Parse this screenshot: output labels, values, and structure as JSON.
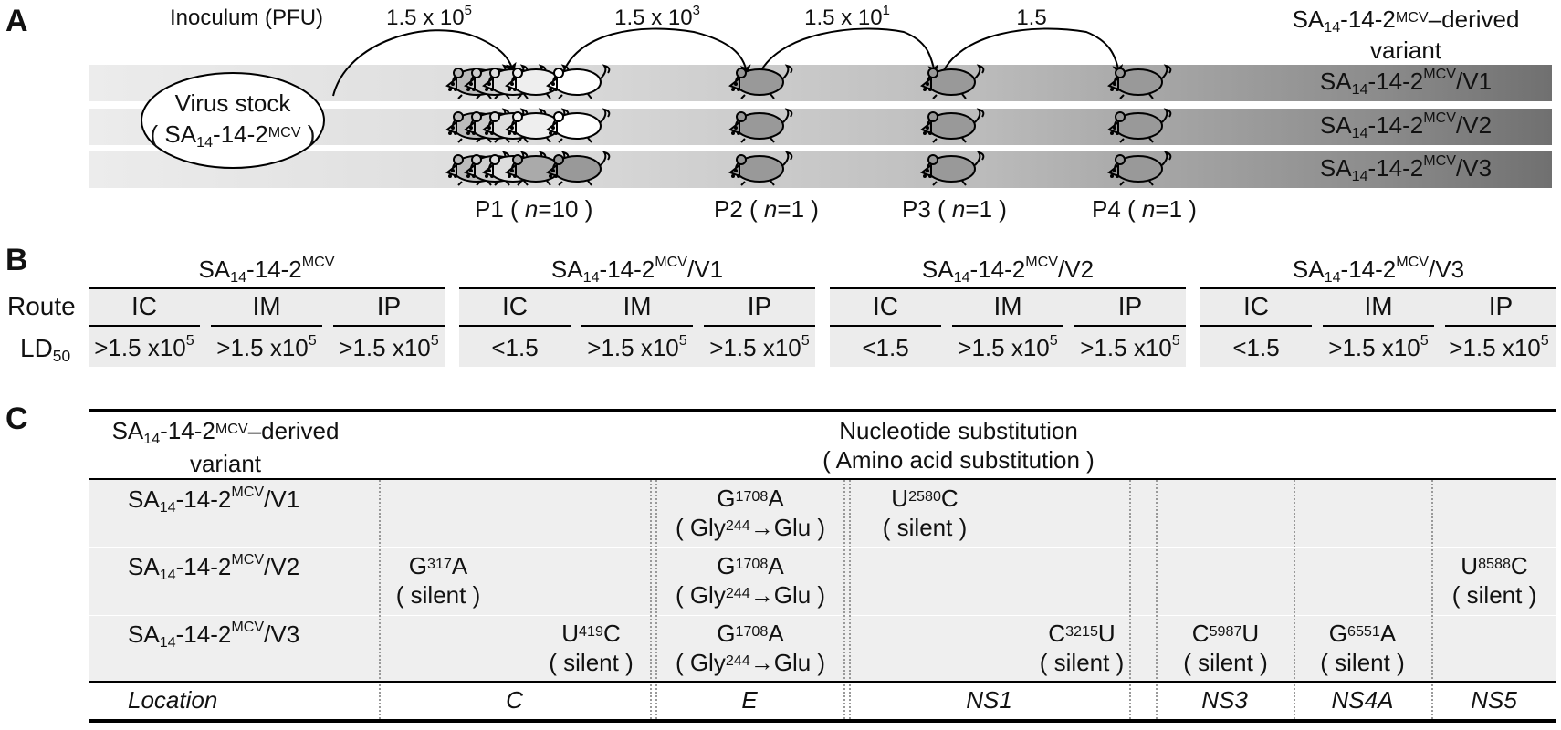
{
  "panel_a": {
    "label": "A",
    "inoculum_label": "Inoculum (PFU)",
    "doses": [
      {
        "base": "1.5 x 10",
        "exp": "5"
      },
      {
        "base": "1.5 x 10",
        "exp": "3"
      },
      {
        "base": "1.5 x 10",
        "exp": "1"
      },
      {
        "base": "1.5",
        "exp": ""
      }
    ],
    "derived_header_line1_pre": "SA",
    "derived_header_line1_sub": "14",
    "derived_header_line1_mid": "-14-2",
    "derived_header_line1_sup": "MCV",
    "derived_header_line1_post": "–derived",
    "derived_header_line2": "variant",
    "stock_line1": "Virus stock",
    "stock_line2_pre": "( SA",
    "stock_line2_sub": "14",
    "stock_line2_mid": "-14-2",
    "stock_line2_sup": "MCV",
    "stock_line2_post": ")",
    "variants": [
      {
        "pre": "SA",
        "sub": "14",
        "mid": "-14-2",
        "sup": "MCV",
        "post": "/V1"
      },
      {
        "pre": "SA",
        "sub": "14",
        "mid": "-14-2",
        "sup": "MCV",
        "post": "/V2"
      },
      {
        "pre": "SA",
        "sub": "14",
        "mid": "-14-2",
        "sup": "MCV",
        "post": "/V3"
      }
    ],
    "passages": [
      {
        "name": "P1",
        "n": "n",
        "count": "=10"
      },
      {
        "name": "P2",
        "n": "n",
        "count": "=1"
      },
      {
        "name": "P3",
        "n": "n",
        "count": "=1"
      },
      {
        "name": "P4",
        "n": "n",
        "count": "=1"
      }
    ]
  },
  "panel_b": {
    "label": "B",
    "route_label": "Route",
    "ld50_label": "LD",
    "ld50_sub": "50",
    "viruses": [
      {
        "pre": "SA",
        "sub": "14",
        "mid": "-14-2",
        "sup": "MCV",
        "post": "",
        "routes": [
          "IC",
          "IM",
          "IP"
        ],
        "values": [
          {
            "base": ">1.5 x10",
            "exp": "5"
          },
          {
            "base": ">1.5 x10",
            "exp": "5"
          },
          {
            "base": ">1.5 x10",
            "exp": "5"
          }
        ]
      },
      {
        "pre": "SA",
        "sub": "14",
        "mid": "-14-2",
        "sup": "MCV",
        "post": "/V1",
        "routes": [
          "IC",
          "IM",
          "IP"
        ],
        "values": [
          {
            "base": "<1.5",
            "exp": ""
          },
          {
            "base": ">1.5 x10",
            "exp": "5"
          },
          {
            "base": ">1.5 x10",
            "exp": "5"
          }
        ]
      },
      {
        "pre": "SA",
        "sub": "14",
        "mid": "-14-2",
        "sup": "MCV",
        "post": "/V2",
        "routes": [
          "IC",
          "IM",
          "IP"
        ],
        "values": [
          {
            "base": "<1.5",
            "exp": ""
          },
          {
            "base": ">1.5 x10",
            "exp": "5"
          },
          {
            "base": ">1.5 x10",
            "exp": "5"
          }
        ]
      },
      {
        "pre": "SA",
        "sub": "14",
        "mid": "-14-2",
        "sup": "MCV",
        "post": "/V3",
        "routes": [
          "IC",
          "IM",
          "IP"
        ],
        "values": [
          {
            "base": "<1.5",
            "exp": ""
          },
          {
            "base": ">1.5 x10",
            "exp": "5"
          },
          {
            "base": ">1.5 x10",
            "exp": "5"
          }
        ]
      }
    ]
  },
  "panel_c": {
    "label": "C",
    "col1_header_pre": "SA",
    "col1_header_sub": "14",
    "col1_header_mid": "-14-2",
    "col1_header_sup": "MCV",
    "col1_header_post": "–derived",
    "col1_header_line2": "variant",
    "header_line1": "Nucleotide substitution",
    "header_line2": "( Amino acid substitution )",
    "rows": [
      {
        "pre": "SA",
        "sub": "14",
        "mid": "-14-2",
        "sup": "MCV",
        "post": "/V1"
      },
      {
        "pre": "SA",
        "sub": "14",
        "mid": "-14-2",
        "sup": "MCV",
        "post": "/V2"
      },
      {
        "pre": "SA",
        "sub": "14",
        "mid": "-14-2",
        "sup": "MCV",
        "post": "/V3"
      }
    ],
    "mutations": {
      "v1_e": {
        "a": "G",
        "pos": "1708",
        "b": "A",
        "aa_pre": "( Gly",
        "aa_pos": "244",
        "aa_post": "→Glu )"
      },
      "v1_ns1": {
        "a": "U",
        "pos": "2580",
        "b": "C",
        "note": "( silent )"
      },
      "v2_c": {
        "a": "G",
        "pos": "317",
        "b": "A",
        "note": "( silent )"
      },
      "v2_e": {
        "a": "G",
        "pos": "1708",
        "b": "A",
        "aa_pre": "( Gly",
        "aa_pos": "244",
        "aa_post": "→Glu )"
      },
      "v2_ns5": {
        "a": "U",
        "pos": "8588",
        "b": "C",
        "note": "( silent )"
      },
      "v3_c": {
        "a": "U",
        "pos": "419",
        "b": "C",
        "note": "( silent )"
      },
      "v3_e": {
        "a": "G",
        "pos": "1708",
        "b": "A",
        "aa_pre": "( Gly",
        "aa_pos": "244",
        "aa_post": "→Glu )"
      },
      "v3_ns1": {
        "a": "C",
        "pos": "3215",
        "b": "U",
        "note": "( silent )"
      },
      "v3_ns3": {
        "a": "C",
        "pos": "5987",
        "b": "U",
        "note": "( silent )"
      },
      "v3_ns4a": {
        "a": "G",
        "pos": "6551",
        "b": "A",
        "note": "( silent )"
      }
    },
    "location_label": "Location",
    "locations": [
      "C",
      "E",
      "NS1",
      "NS3",
      "NS4A",
      "NS5"
    ]
  }
}
